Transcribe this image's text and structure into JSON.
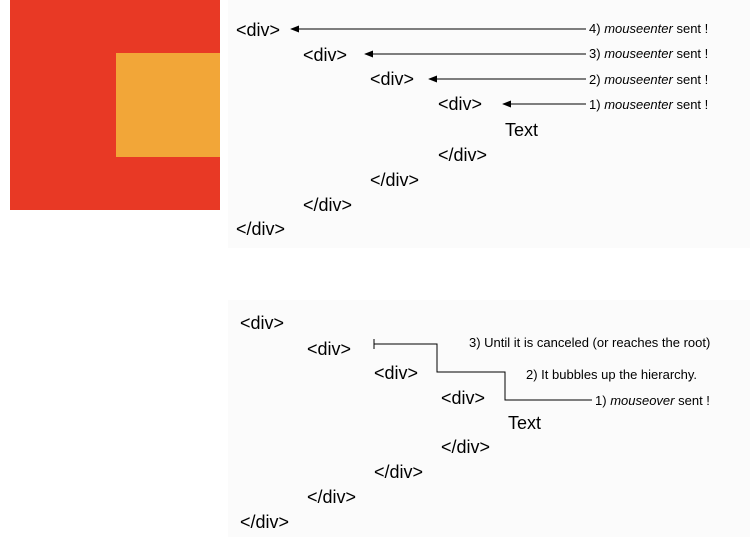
{
  "colors": {
    "outer": "#e83925",
    "inner": "#f2a638",
    "line": "#000000"
  },
  "top": {
    "tags": {
      "open1": "<div>",
      "open2": "<div>",
      "open3": "<div>",
      "open4": "<div>",
      "text": "Text",
      "close4": "</div>",
      "close3": "</div>",
      "close2": "</div>",
      "close1": "</div>"
    },
    "labels": [
      {
        "num": "4)",
        "event": "mouseenter",
        "suffix": "sent !"
      },
      {
        "num": "3)",
        "event": "mouseenter",
        "suffix": "sent !"
      },
      {
        "num": "2)",
        "event": "mouseenter",
        "suffix": "sent !"
      },
      {
        "num": "1)",
        "event": "mouseenter",
        "suffix": "sent !"
      }
    ]
  },
  "bottom": {
    "tags": {
      "open1": "<div>",
      "open2": "<div>",
      "open3": "<div>",
      "open4": "<div>",
      "text": "Text",
      "close4": "</div>",
      "close3": "</div>",
      "close2": "</div>",
      "close1": "</div>"
    },
    "labels": {
      "step3": "3) Until it is canceled (or reaches the root)",
      "step2": "2) It bubbles up the hierarchy.",
      "step1_num": "1)",
      "step1_event": "mouseover",
      "step1_suffix": "sent !"
    }
  }
}
